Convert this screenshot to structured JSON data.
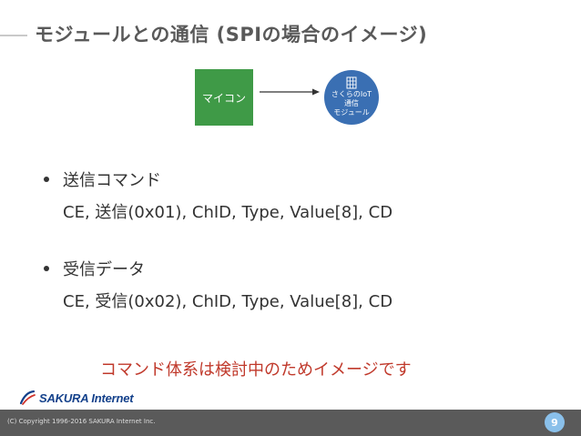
{
  "slide": {
    "title": "モジュールとの通信 (SPIの場合のイメージ)"
  },
  "diagram": {
    "mycon_label": "マイコン",
    "module_line1": "さくらのIoT",
    "module_line2": "通信",
    "module_line3": "モジュール"
  },
  "bullets": [
    {
      "heading": "送信コマンド",
      "detail": "CE, 送信(0x01), ChID, Type, Value[8], CD"
    },
    {
      "heading": "受信データ",
      "detail": "CE, 受信(0x02), ChID, Type, Value[8], CD"
    }
  ],
  "note": "コマンド体系は検討中のためイメージです",
  "footer": {
    "logo_text": "SAKURA Internet",
    "copyright": "(C) Copyright 1996-2016 SAKURA Internet Inc.",
    "page_number": "9"
  },
  "colors": {
    "title": "#595959",
    "mycon_box": "#3f9a47",
    "module_circle": "#3a6fb3",
    "note": "#c0392b",
    "footer_bar": "#5a5a5a",
    "page_badge": "#8ac0ea",
    "logo": "#14418b"
  }
}
